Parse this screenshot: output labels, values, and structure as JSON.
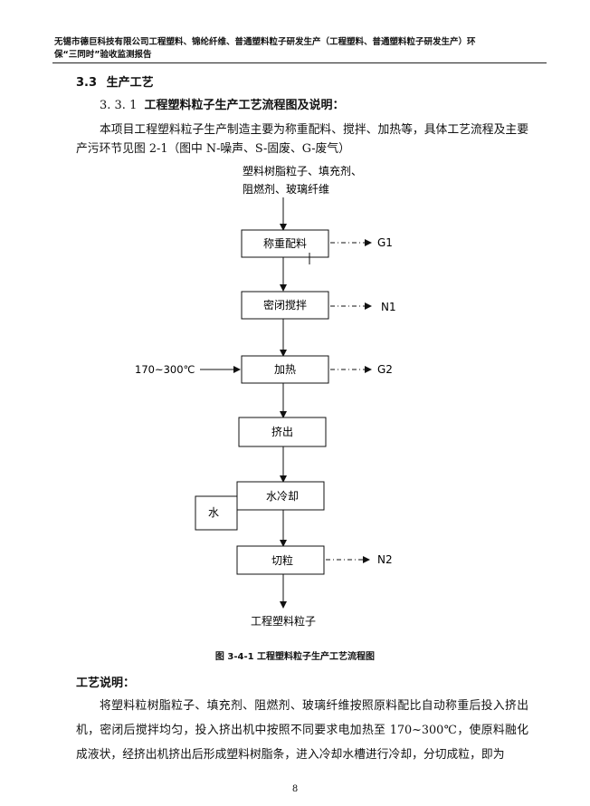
{
  "header": {
    "line1": "无锡市德巨科技有限公司工程塑料、锦纶纤维、普通塑料粒子研发生产（工程塑料、普通塑料粒子研发生产）环",
    "line2": "保“三同时”验收监测报告"
  },
  "section": {
    "number": "3.3",
    "title": "生产工艺"
  },
  "subsection": {
    "number": "3. 3. 1",
    "title": "工程塑料粒子生产工艺流程图及说明："
  },
  "intro_paragraph": "本项目工程塑料粒子生产制造主要为称重配料、搅拌、加热等，具体工艺流程及主要产污环节见图 2-1（图中 N-噪声、S-固废、G-废气）",
  "flowchart": {
    "input_materials_line1": "塑料树脂粒子、填充剂、",
    "input_materials_line2": "阻燃剂、玻璃纤维",
    "steps": [
      "称重配料",
      "密闭搅拌",
      "加热",
      "挤出",
      "水冷却",
      "切粒"
    ],
    "emissions": [
      "G1",
      "N1",
      "G2",
      "N2"
    ],
    "temperature_input": "170~300℃",
    "water_label": "水",
    "output": "工程塑料粒子"
  },
  "figure_caption": "图 3-4-1  工程塑料粒子生产工艺流程图",
  "process_title": "工艺说明：",
  "process_paragraph": "将塑料粒树脂粒子、填充剂、阻燃剂、玻璃纤维按照原料配比自动称重后投入挤出机，密闭后搅拌均匀，投入挤出机中按照不同要求电加热至 170~300℃，使原料融化成液状，经挤出机挤出后形成塑料树脂条，进入冷却水槽进行冷却，分切成粒，即为",
  "page_number": "8"
}
